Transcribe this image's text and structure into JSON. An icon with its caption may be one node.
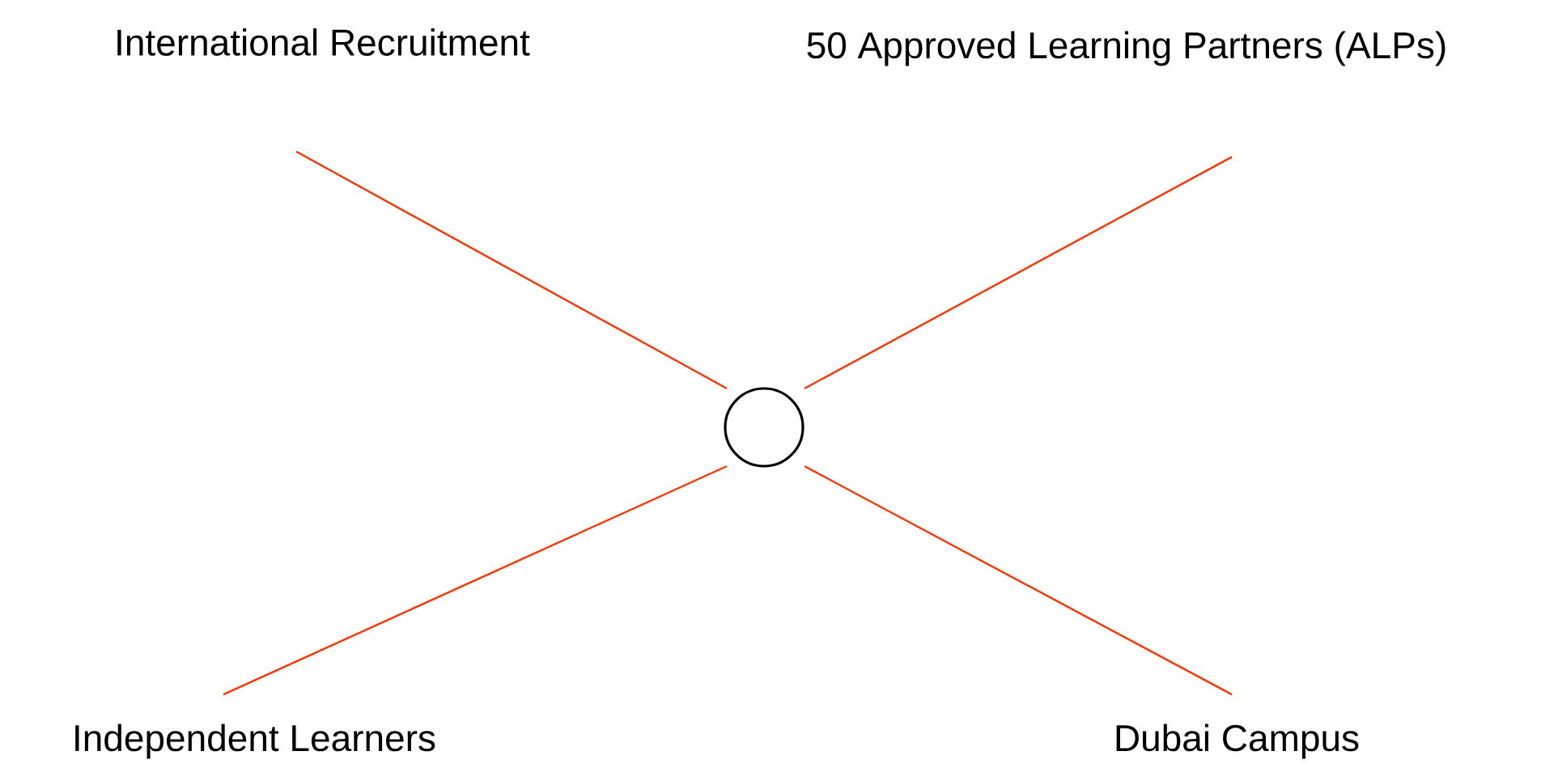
{
  "diagram": {
    "nodes": [
      {
        "text": [
          "International Recruitment"
        ]
      },
      {
        "text": [
          "50 Approved Learning Partners (ALPs)"
        ]
      },
      {
        "text": [],
        "shape": "circle"
      },
      {
        "text": [
          "Independent Learners"
        ]
      },
      {
        "text": [
          "Dubai Campus"
        ]
      }
    ],
    "edges": [
      {
        "from": 2,
        "to": 0,
        "arrow": "none"
      },
      {
        "from": 2,
        "to": 1,
        "arrow": "none"
      },
      {
        "from": 2,
        "to": 3,
        "arrow": "none"
      },
      {
        "from": 2,
        "to": 4,
        "arrow": "none"
      }
    ]
  }
}
